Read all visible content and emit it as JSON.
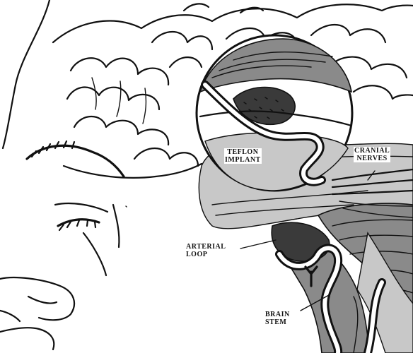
{
  "labels": {
    "teflon_implant": [
      "TEFLON",
      "IMPLANT"
    ],
    "cranial_nerves": [
      "CRANIAL",
      "NERVES"
    ],
    "arterial_loop": [
      "ARTERIAL",
      "LOOP"
    ],
    "brain_stem": [
      "BRAIN",
      "STEM"
    ]
  },
  "colors": {
    "ink": "#111111",
    "paper": "#ffffff",
    "shade": "#8a8a8a"
  }
}
